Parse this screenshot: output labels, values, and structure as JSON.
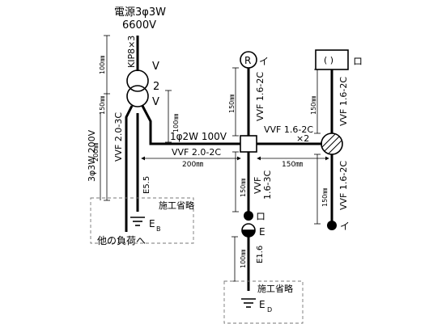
{
  "source": {
    "line1": "電源3φ3W",
    "line2": "6600V"
  },
  "cables": {
    "kip": "KIP8×3",
    "vvf_2_3c": "VVF 2.0-3C",
    "vvf_2_2c": "VVF 2.0-2C",
    "vvf_16_2c_top": "VVF 1.6-2C",
    "vvf_16_2c_mid": "VVF 1.6-2C",
    "x2": "×2",
    "vvf_16_2c_right_top": "VVF 1.6-2C",
    "vvf_16_2c_right_bottom": "VVF 1.6-2C",
    "vvf_16_3c_a": "VVF",
    "vvf_16_3c_b": "1.6-3C"
  },
  "transformer": {
    "v1": "V",
    "v2": "2",
    "v3": "V"
  },
  "circuits": {
    "three_phase": "3φ3W 200V",
    "single_phase": "1φ2W 100V"
  },
  "dimensions": {
    "d100_left": "100㎜",
    "d150_left": "150㎜",
    "d200_left": "200㎜",
    "d100_mid": "100㎜",
    "d200_h": "200㎜",
    "d150_h": "150㎜",
    "d150_center_top": "150㎜",
    "d150_center_mid": "150㎜",
    "d100_center_bottom": "100㎜",
    "d150_right_top": "150㎜",
    "d150_right_bottom": "150㎜"
  },
  "symbols": {
    "receptacle_r": "R",
    "label_i_top": "イ",
    "label_ro_top": "ロ",
    "pull_box_inner": "(  )",
    "label_ro_mid": "ロ",
    "label_e": "E",
    "label_i_bottom": "イ"
  },
  "grounding": {
    "e55": "E5.5",
    "e16": "E1.6",
    "omitted_left": "施工省略",
    "omitted_center": "施工省略",
    "eb_main": "E",
    "eb_sub": "B",
    "ed_main": "E",
    "ed_sub": "D",
    "other_load": "他の負荷へ"
  }
}
